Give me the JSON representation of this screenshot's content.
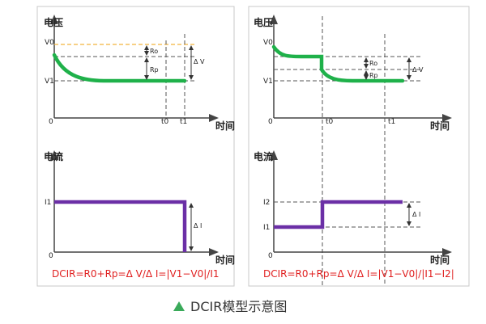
{
  "colors": {
    "frame": "#c8c8c8",
    "axis": "#444444",
    "voltage_curve": "#1fb14a",
    "current_curve": "#6b2fa6",
    "reference_dash": "#f2b43c",
    "formula": "#e02020",
    "caption_icon": "#3aaa5a"
  },
  "panel_left": {
    "voltage": {
      "y_axis_label": "电压",
      "x_axis_label": "时间",
      "origin": "0",
      "v0": "V0",
      "v1": "V1",
      "ro": "Ro",
      "rp": "Rp",
      "delta_v": "Δ V",
      "t0": "t0",
      "t1": "t1"
    },
    "current": {
      "y_axis_label": "电流",
      "x_axis_label": "时间",
      "origin": "0",
      "i1": "I1",
      "delta_i": "Δ I"
    },
    "formula": "DCIR=R0+Rp=Δ V/Δ I=|V1−V0|/I1"
  },
  "panel_right": {
    "voltage": {
      "y_axis_label": "电压",
      "x_axis_label": "时间",
      "origin": "0",
      "v0": "V0",
      "v1": "V1",
      "ro": "Ro",
      "rp": "Rp",
      "delta_v": "Δ V",
      "t0": "t0",
      "t1": "t1"
    },
    "current": {
      "y_axis_label": "电流",
      "x_axis_label": "时间",
      "origin": "0",
      "i1": "I1",
      "i2": "I2",
      "delta_i": "Δ I"
    },
    "formula": "DCIR=R0+Rp=Δ V/Δ I=|V1−V0|/|I1−I2|"
  },
  "caption": {
    "icon": "triangle-up-icon",
    "text": "DCIR模型示意图"
  }
}
